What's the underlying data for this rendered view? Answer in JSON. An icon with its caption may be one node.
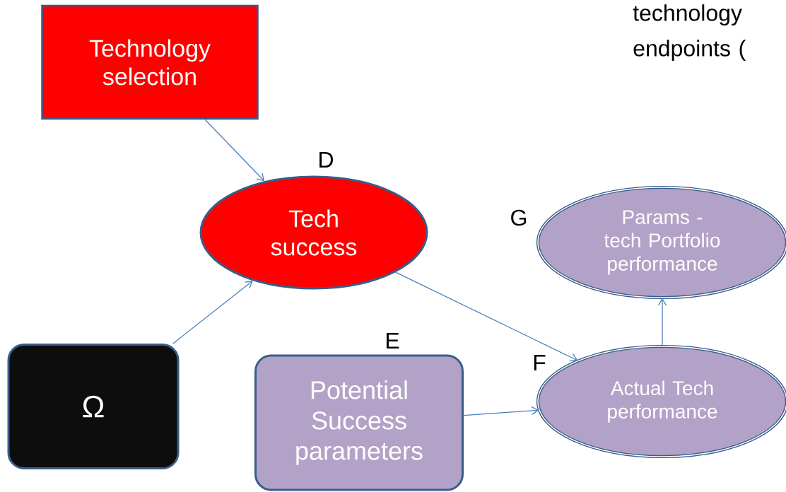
{
  "diagram": {
    "nodes": [
      {
        "text": [
          "Technology selection"
        ]
      },
      {
        "text": [
          "Tech success"
        ],
        "beside": [
          "D"
        ]
      },
      {
        "text": [
          "Ω"
        ]
      },
      {
        "text": [
          "Potential Success parameters"
        ],
        "beside": [
          "E"
        ]
      },
      {
        "text": [
          "Actual Tech performance"
        ],
        "beside": [
          "F"
        ]
      },
      {
        "text": [
          "Params - tech Portfolio performance"
        ],
        "beside": [
          "G"
        ]
      }
    ],
    "edges": [
      {
        "from": 0,
        "to": 1,
        "arrow": "to"
      },
      {
        "from": 2,
        "to": 1,
        "arrow": "to"
      },
      {
        "from": 1,
        "to": 4,
        "arrow": "to"
      },
      {
        "from": 3,
        "to": 4,
        "arrow": "to"
      },
      {
        "from": 4,
        "to": 5,
        "arrow": "to"
      }
    ],
    "labels": [
      "technology endpoints ("
    ]
  }
}
